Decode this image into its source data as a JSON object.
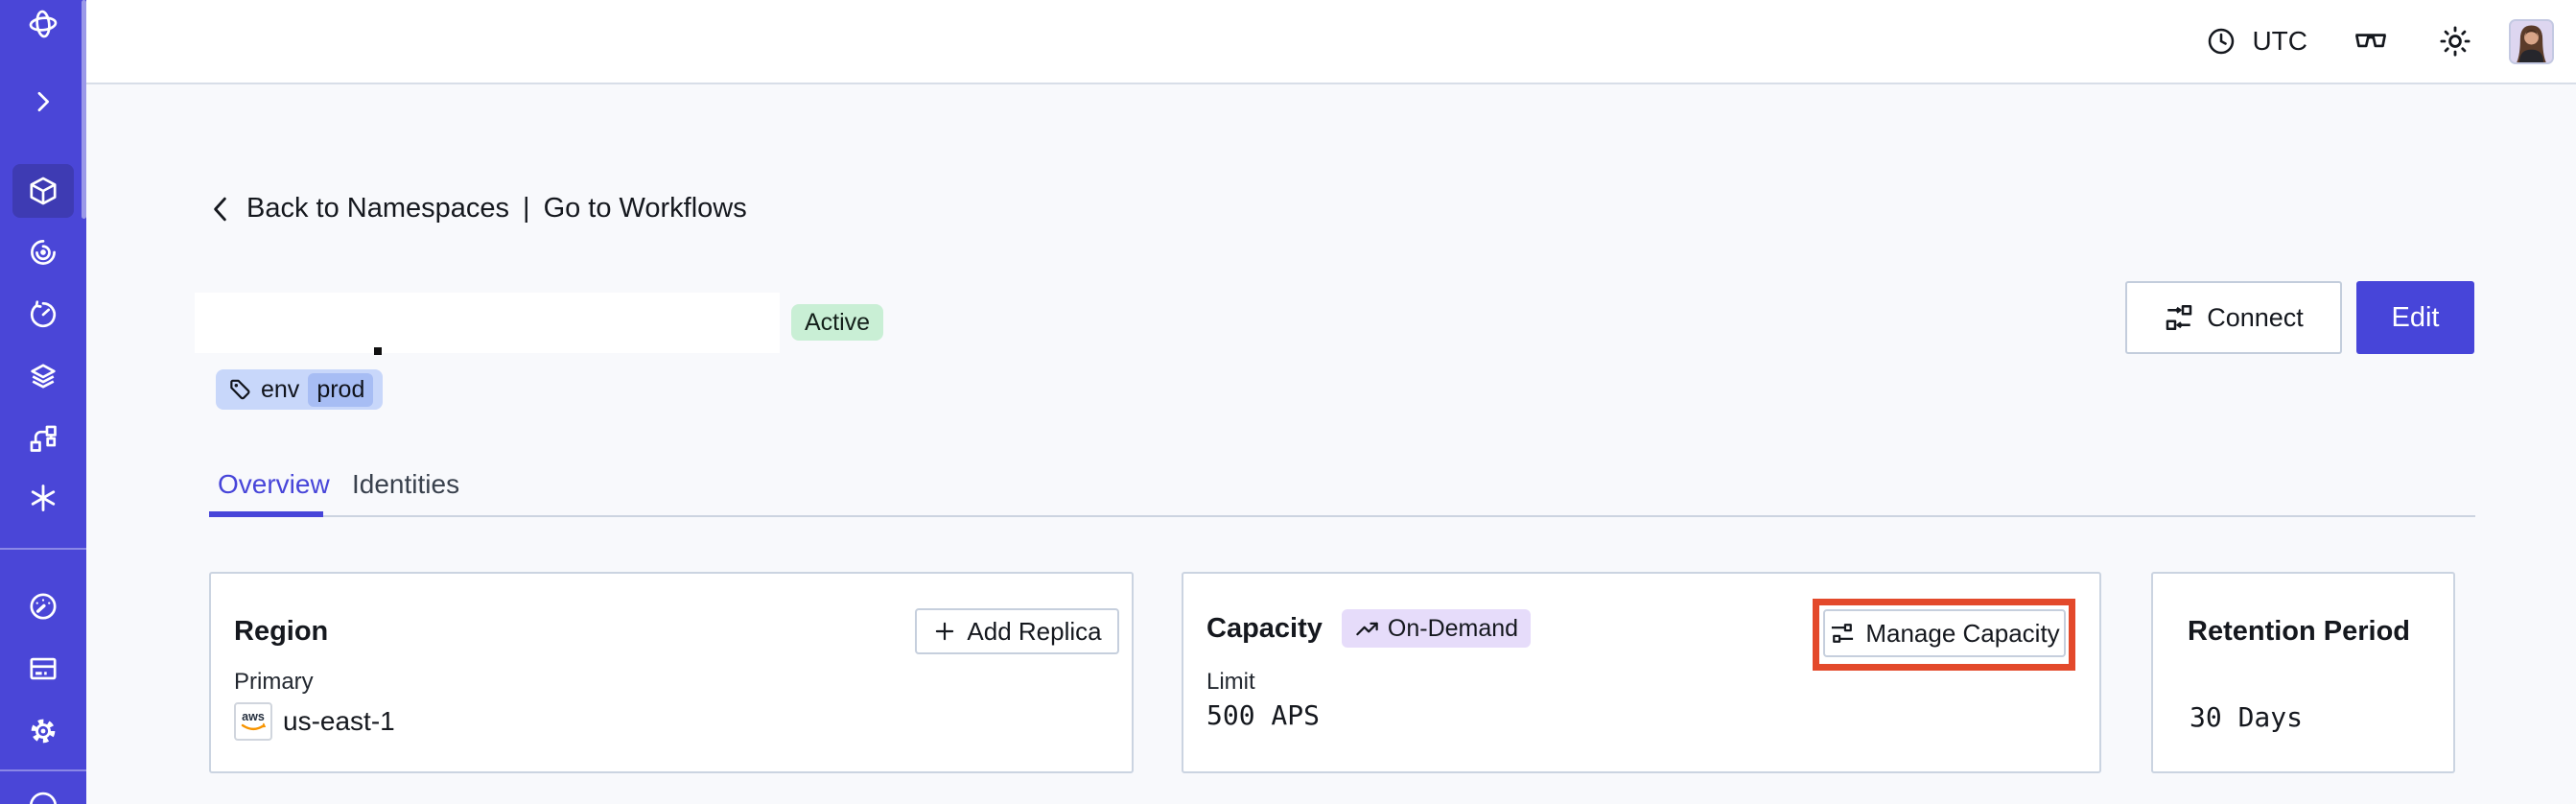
{
  "topbar": {
    "timezone": "UTC",
    "icons": [
      "clock-icon",
      "glasses-icon",
      "brightness-icon"
    ],
    "avatar": "user-avatar"
  },
  "sidebar": {
    "active_item": "namespaces",
    "items": [
      {
        "name": "temporal-logo"
      },
      {
        "name": "expand"
      },
      {
        "name": "namespaces",
        "active": true
      },
      {
        "name": "workflows"
      },
      {
        "name": "schedules"
      },
      {
        "name": "deployments"
      },
      {
        "name": "batch-operations"
      },
      {
        "name": "nexus"
      },
      {
        "name": "usage"
      },
      {
        "name": "billing"
      },
      {
        "name": "settings"
      },
      {
        "name": "account"
      }
    ]
  },
  "breadcrumb": {
    "back": "Back to Namespaces",
    "separator": "|",
    "forward": "Go to Workflows"
  },
  "namespace": {
    "status": "Active",
    "tag_key": "env",
    "tag_value": "prod",
    "connect_label": "Connect",
    "edit_label": "Edit"
  },
  "tabs": [
    {
      "label": "Overview",
      "active": true
    },
    {
      "label": "Identities",
      "active": false
    }
  ],
  "cards": {
    "region": {
      "title": "Region",
      "action": "Add Replica",
      "label": "Primary",
      "provider": "aws",
      "value": "us-east-1"
    },
    "capacity": {
      "title": "Capacity",
      "badge": "On-Demand",
      "action": "Manage Capacity",
      "label": "Limit",
      "value": "500 APS",
      "action_highlighted": true
    },
    "retention": {
      "title": "Retention Period",
      "value": "30 Days"
    }
  },
  "colors": {
    "accent": "#4745d9",
    "sidebar": "#4a46d7",
    "sidebar_active": "#3e3bb3",
    "status_bg": "#c9efd5",
    "tag_bg": "#c8d7fa",
    "tag_value_bg": "#a7bdf4",
    "ondemand_bg": "#e6dcfa",
    "annotation_red": "#e3492b",
    "aws_orange": "#f79400"
  }
}
